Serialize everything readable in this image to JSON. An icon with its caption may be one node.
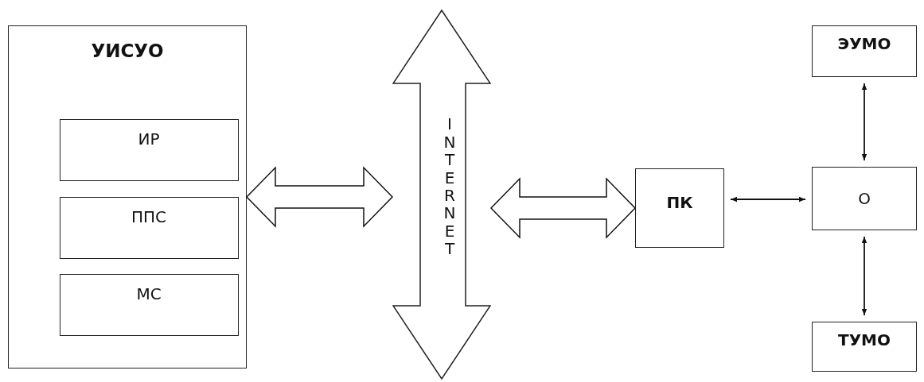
{
  "diagram": {
    "nodes": [
      {
        "text": [
          "УИСУО"
        ]
      },
      {
        "text": [
          "ИР"
        ],
        "in": 0
      },
      {
        "text": [
          "ППС"
        ],
        "in": 0
      },
      {
        "text": [
          "МС"
        ],
        "in": 0
      },
      {
        "text": [
          "INTERNET"
        ]
      },
      {
        "text": [
          "ПК"
        ]
      },
      {
        "text": [
          "ЭУМО"
        ]
      },
      {
        "text": [
          "О"
        ]
      },
      {
        "text": [
          "ТУМО"
        ]
      }
    ],
    "edges": [
      {
        "from": 0,
        "to": 4,
        "arrow": "both",
        "style": "thick"
      },
      {
        "from": 4,
        "to": 5,
        "arrow": "both",
        "style": "thick"
      },
      {
        "from": 5,
        "to": 7,
        "arrow": "both"
      },
      {
        "from": 6,
        "to": 7,
        "arrow": "both"
      },
      {
        "from": 7,
        "to": 8,
        "arrow": "both"
      }
    ]
  }
}
